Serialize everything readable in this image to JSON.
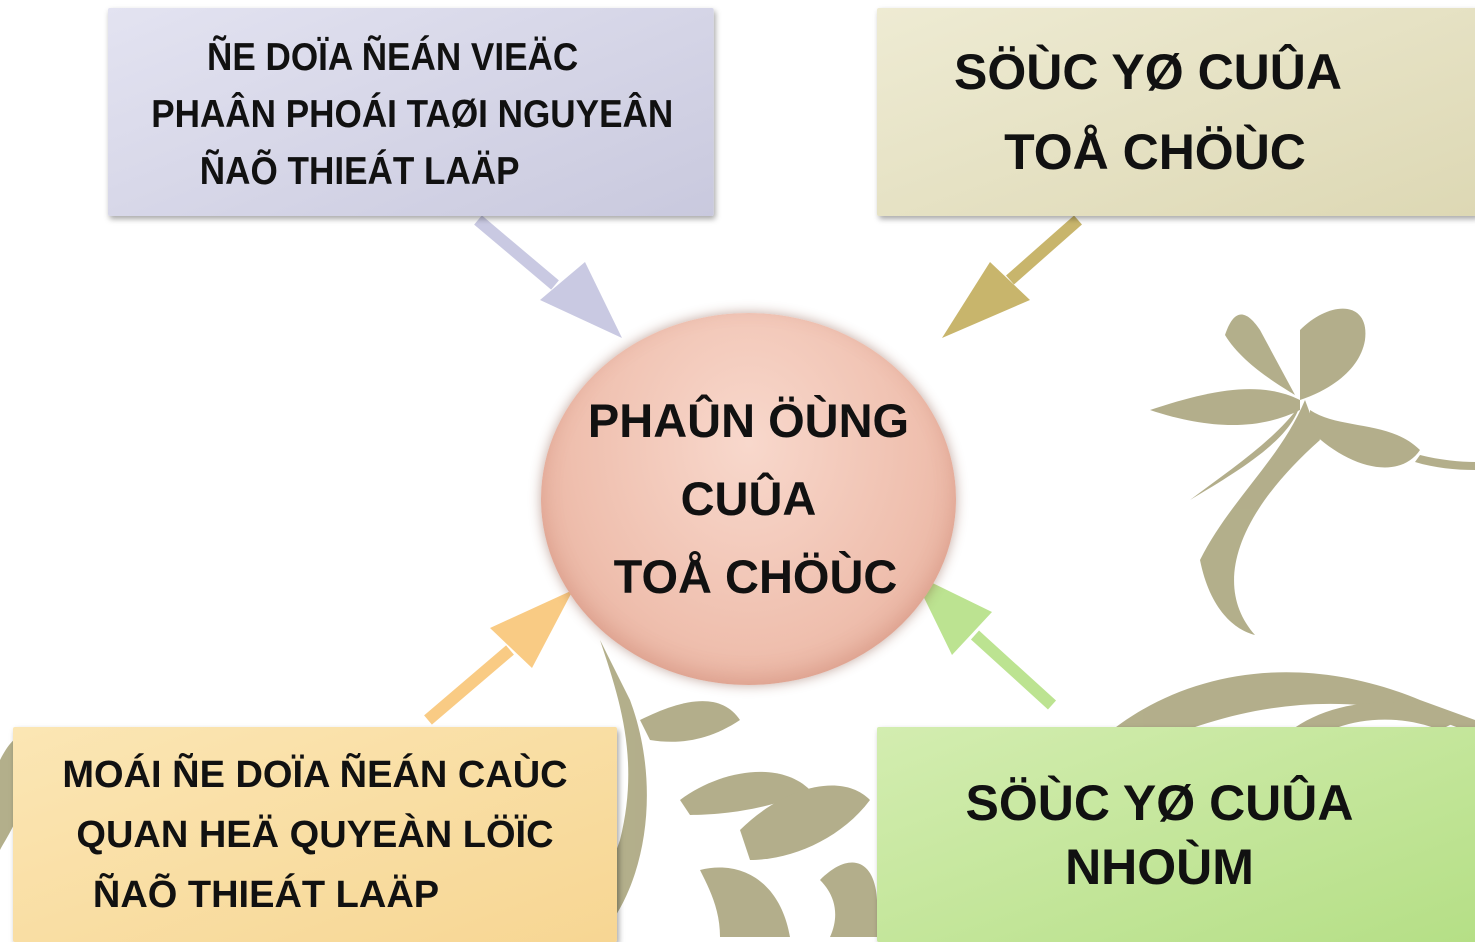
{
  "boxes": {
    "top_left": [
      "ÑE DOÏA ÑEÁN VIEÄC",
      "PHAÂN PHOÁI TAØI NGUYEÂN",
      "ÑAÕ THIEÁT LAÄP"
    ],
    "top_right": [
      "SÖÙC YØ CUÛA",
      "TOÅ CHÖÙC"
    ],
    "bottom_left": [
      "MOÁI ÑE DOÏA ÑEÁN CAÙC",
      "QUAN HEÄ QUYEÀN LÖÏC",
      "ÑAÕ THIEÁT LAÄP"
    ],
    "bottom_right": [
      "SÖÙC YØ CUÛA",
      "NHOÙM"
    ]
  },
  "center": [
    "PHAÛN ÖÙNG",
    "CUÛA",
    "TOÅ CHÖÙC"
  ],
  "colors": {
    "top_left_arrow": "#c7c7e0",
    "top_right_arrow": "#c7b46a",
    "bottom_left_arrow": "#f8ca80",
    "bottom_right_arrow": "#b9e28e",
    "decoration": "#9e9a6a"
  }
}
